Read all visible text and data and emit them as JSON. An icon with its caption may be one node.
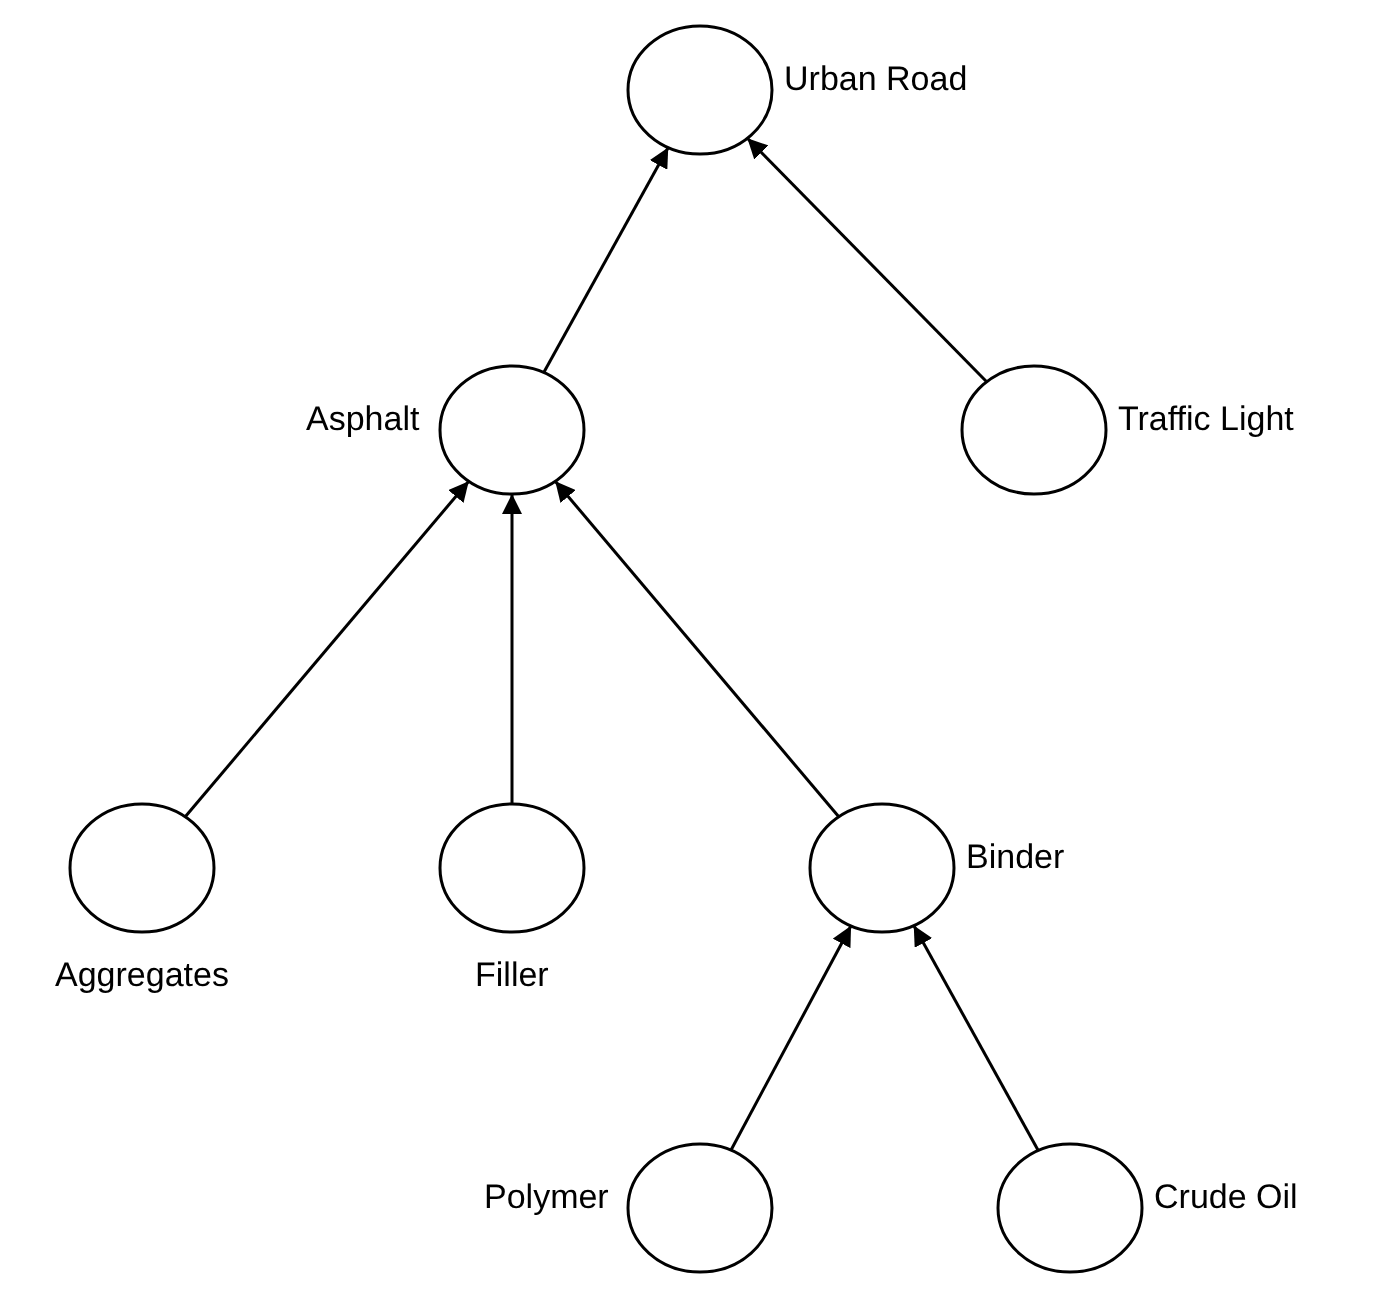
{
  "diagram": {
    "nodes": [
      {
        "text": [],
        "shape": "circle",
        "beside": [
          "Urban Road"
        ]
      },
      {
        "text": [],
        "shape": "circle",
        "beside": [
          "Asphalt"
        ]
      },
      {
        "text": [],
        "shape": "circle",
        "beside": [
          "Traffic Light"
        ]
      },
      {
        "text": [],
        "shape": "circle",
        "beside": [
          "Aggregates"
        ]
      },
      {
        "text": [],
        "shape": "circle",
        "beside": [
          "Filler"
        ]
      },
      {
        "text": [],
        "shape": "circle",
        "beside": [
          "Binder"
        ]
      },
      {
        "text": [],
        "shape": "circle",
        "beside": [
          "Polymer"
        ]
      },
      {
        "text": [],
        "shape": "circle",
        "beside": [
          "Crude Oil"
        ]
      }
    ],
    "edges": [
      {
        "from": 1,
        "to": 0,
        "arrow": "to"
      },
      {
        "from": 2,
        "to": 0,
        "arrow": "to"
      },
      {
        "from": 3,
        "to": 1,
        "arrow": "to"
      },
      {
        "from": 4,
        "to": 1,
        "arrow": "to"
      },
      {
        "from": 5,
        "to": 1,
        "arrow": "to"
      },
      {
        "from": 6,
        "to": 5,
        "arrow": "to"
      },
      {
        "from": 7,
        "to": 5,
        "arrow": "to"
      }
    ]
  }
}
